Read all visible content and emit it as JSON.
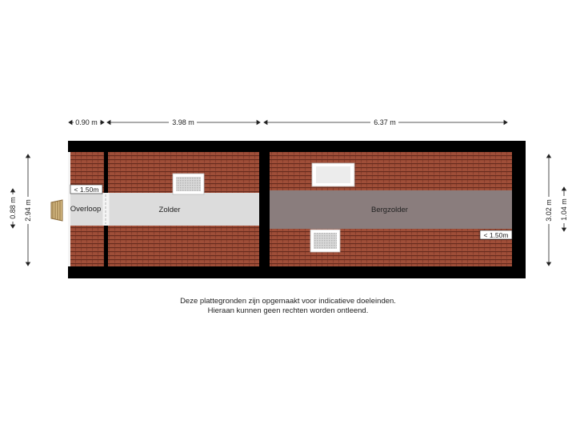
{
  "dimensions": {
    "top": [
      "0.90 m",
      "3.98 m",
      "6.37 m"
    ],
    "left": [
      "0.88 m",
      "2.94 m"
    ],
    "right": [
      "3.02 m",
      "1.04 m"
    ]
  },
  "rooms": {
    "overloop": "Overloop",
    "zolder": "Zolder",
    "bergzolder": "Bergzolder"
  },
  "height_notes": [
    "< 1.50m",
    "< 1.50m"
  ],
  "disclaimer": {
    "line1": "Deze plattegronden zijn opgemaakt voor indicatieve doeleinden.",
    "line2": "Hieraan kunnen geen rechten worden ontleend."
  },
  "colors": {
    "roof_tile": "#9a4a35",
    "tile_line": "#5a2418",
    "wall": "#000000",
    "floor_light": "#dcdcdc",
    "floor_storage": "#8a7d7d"
  }
}
